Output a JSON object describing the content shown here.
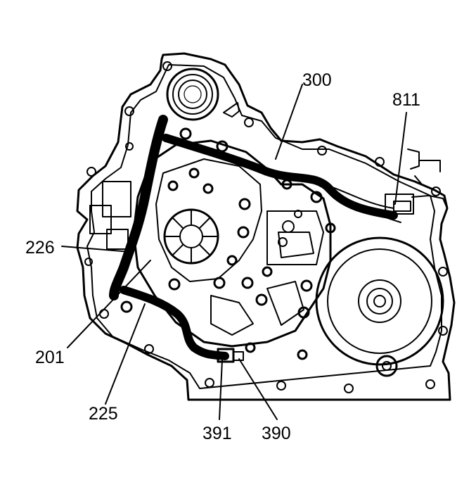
{
  "callouts": [
    {
      "id": "300",
      "label": "300"
    },
    {
      "id": "811",
      "label": "811"
    },
    {
      "id": "226",
      "label": "226"
    },
    {
      "id": "201",
      "label": "201"
    },
    {
      "id": "225",
      "label": "225"
    },
    {
      "id": "391",
      "label": "391"
    },
    {
      "id": "390",
      "label": "390"
    }
  ],
  "colors": {
    "ink": "#000000",
    "paper": "#ffffff"
  }
}
